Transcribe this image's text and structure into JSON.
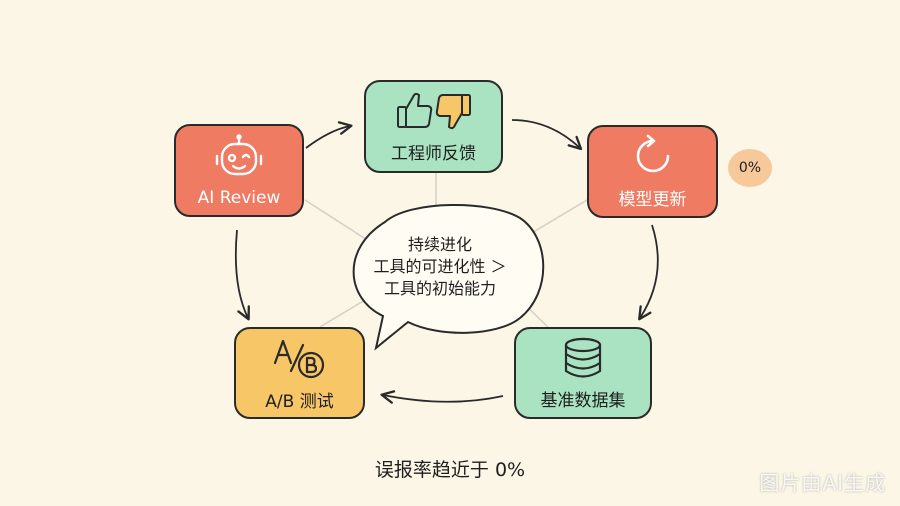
{
  "nodes": {
    "ai_review": {
      "label": "AI Review",
      "icon": "robot-face-icon"
    },
    "feedback": {
      "label": "工程师反馈",
      "icon": "thumbs-up-down-icon"
    },
    "model_update": {
      "label": "模型更新",
      "icon": "refresh-cycle-icon"
    },
    "dataset": {
      "label": "基准数据集",
      "icon": "database-icon"
    },
    "ab_test": {
      "label": "A/B 测试",
      "icon": "ab-test-icon"
    }
  },
  "badge": {
    "text": "0%"
  },
  "center_bubble": {
    "lines": [
      "持续进化",
      "工具的可进化性 ＞",
      "工具的初始能力"
    ]
  },
  "bottom_caption": "误报率趋近于 0%",
  "watermark": "图片由AI生成",
  "colors": {
    "background": "#fbf6e6",
    "coral": "#ef7b63",
    "mint": "#a9e3c1",
    "amber": "#f6c667",
    "badge": "#f6c89a",
    "stroke": "#2a2a2a"
  }
}
